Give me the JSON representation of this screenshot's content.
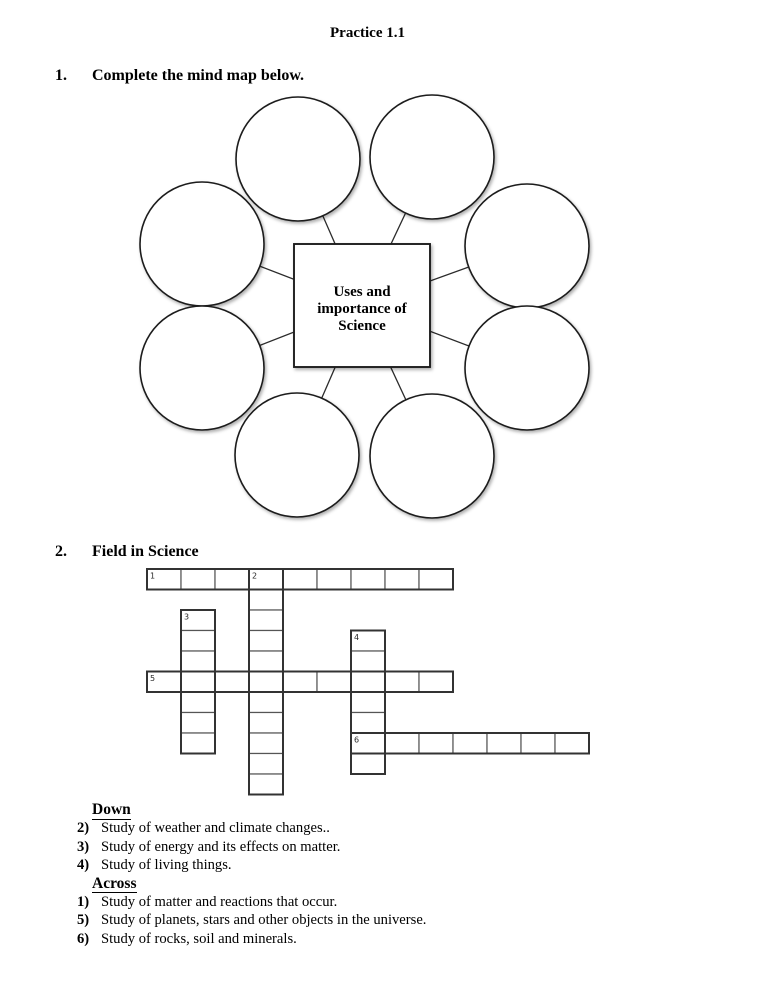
{
  "page": {
    "title": "Practice 1.1"
  },
  "q1": {
    "number": "1.",
    "prompt": "Complete the mind map below.",
    "center_box_lines": [
      "Uses and",
      "importance of",
      "Science"
    ],
    "bubble_count": 8
  },
  "q2": {
    "number": "2.",
    "prompt": "Field in Science"
  },
  "crossword": {
    "entries": [
      {
        "num": "1",
        "dir": "across",
        "row": 0,
        "col": 0,
        "length": 9
      },
      {
        "num": "2",
        "dir": "down",
        "row": 0,
        "col": 3,
        "length": 11
      },
      {
        "num": "3",
        "dir": "down",
        "row": 2,
        "col": 1,
        "length": 7
      },
      {
        "num": "4",
        "dir": "down",
        "row": 3,
        "col": 6,
        "length": 7
      },
      {
        "num": "5",
        "dir": "across",
        "row": 5,
        "col": 0,
        "length": 9
      },
      {
        "num": "6",
        "dir": "across",
        "row": 8,
        "col": 6,
        "length": 7
      }
    ],
    "clues": {
      "down_header": "Down",
      "down": [
        {
          "num": "2)",
          "text": "Study of weather and climate changes.."
        },
        {
          "num": "3)",
          "text": "Study of energy and its effects on matter."
        },
        {
          "num": "4)",
          "text": "Study of living things."
        }
      ],
      "across_header": "Across",
      "across": [
        {
          "num": "1)",
          "text": "Study of matter and reactions that occur."
        },
        {
          "num": "5)",
          "text": "Study of planets, stars and other objects in the universe."
        },
        {
          "num": "6)",
          "text": "Study of rocks, soil and minerals."
        }
      ]
    }
  }
}
